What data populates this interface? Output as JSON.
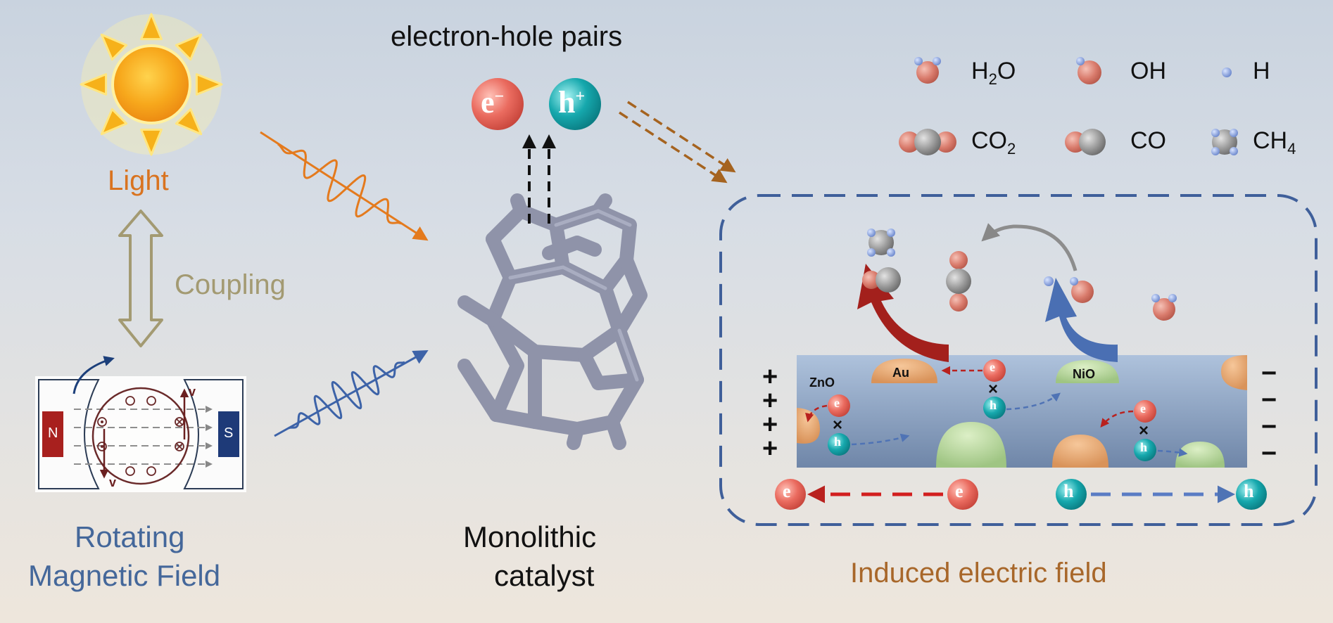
{
  "colors": {
    "light": "#d9731f",
    "coupling": "#a39a72",
    "rmf": "#44679a",
    "induced": "#a8672a",
    "dash_blue": "#3f5f9a"
  },
  "labels": {
    "light": "Light",
    "coupling": "Coupling",
    "rmf_line1": "Rotating",
    "rmf_line2": "Magnetic Field",
    "ehp": "electron-hole pairs",
    "monolithic_line1": "Monolithic",
    "monolithic_line2": "catalyst",
    "induced": "Induced electric field"
  },
  "magnet": {
    "north": "N",
    "south": "S",
    "velocity": "v"
  },
  "carriers": {
    "electron": "e",
    "electron_sup": "−",
    "hole": "h",
    "hole_sup": "+"
  },
  "legend": [
    {
      "key": "h2o",
      "text": "H",
      "sub": "2",
      "tail": "O"
    },
    {
      "key": "oh",
      "text": "OH",
      "sub": "",
      "tail": ""
    },
    {
      "key": "h",
      "text": "H",
      "sub": "",
      "tail": ""
    },
    {
      "key": "co2",
      "text": "CO",
      "sub": "2",
      "tail": ""
    },
    {
      "key": "co",
      "text": "CO",
      "sub": "",
      "tail": ""
    },
    {
      "key": "ch4",
      "text": "CH",
      "sub": "4",
      "tail": ""
    }
  ],
  "semiconductor": {
    "zno": "ZnO",
    "au": "Au",
    "nio": "NiO"
  },
  "charges": {
    "plus": "+",
    "minus": "−",
    "cross": "×"
  }
}
